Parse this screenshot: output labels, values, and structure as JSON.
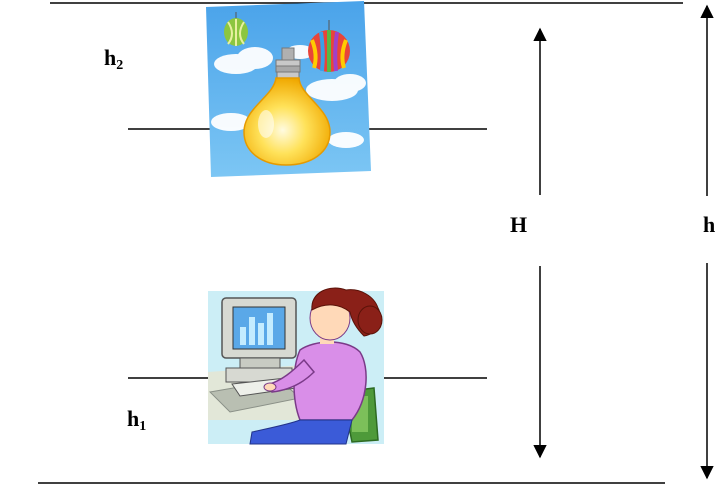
{
  "labels": {
    "h2_base": "h",
    "h2_sub": "2",
    "h1_base": "h",
    "h1_sub": "1",
    "H": "H",
    "h": "h"
  },
  "icons": {
    "top_picture": "lightbulb-with-balloons-icon",
    "bottom_picture": "person-at-computer-icon"
  },
  "colors": {
    "line": "#000000",
    "sky": "#5fb2ef",
    "bulb": "#ffd21a",
    "computer_bg": "#cceef6",
    "shirt": "#d98ee8",
    "hair": "#8a2018"
  }
}
